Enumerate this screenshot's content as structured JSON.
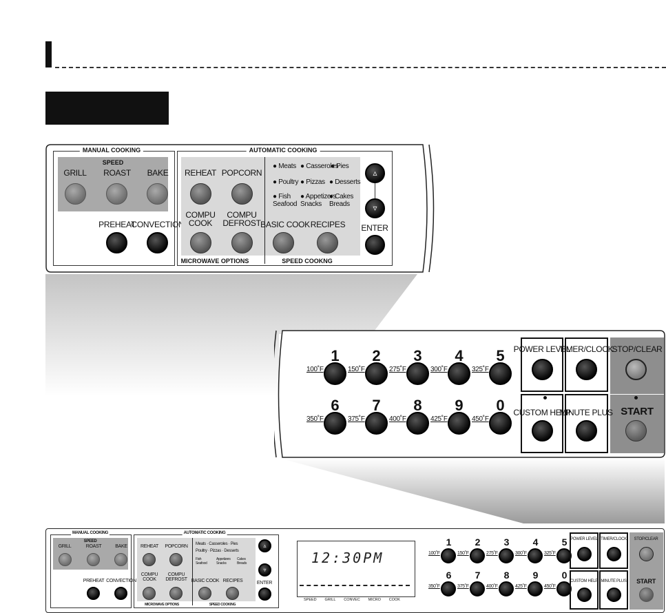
{
  "manual": {
    "title": "MANUAL COOKING",
    "speed": "SPEED",
    "grill": "GRILL",
    "roast": "ROAST",
    "bake": "BAKE",
    "preheat": "PREHEAT",
    "convection": "CONVECTION"
  },
  "auto": {
    "title": "AUTOMATIC COOKING",
    "reheat": "REHEAT",
    "popcorn": "POPCORN",
    "compu_cook": "COMPU\nCOOK",
    "compu_defrost": "COMPU\nDEFROST",
    "microwave_options": "MICROWAVE OPTIONS",
    "speed_cooking": "SPEED COOKNG",
    "basic_cook": "BASIC COOK",
    "recipes": "RECIPES",
    "enter": "ENTER",
    "foods": [
      "Meats",
      "Casseroles",
      "Pies",
      "Poultry",
      "Pizzas",
      "Desserts",
      "Fish\nSeafood",
      "Appetizers\nSnacks",
      "Cakes\nBreads"
    ]
  },
  "keypad": {
    "row1": [
      {
        "num": "1",
        "temp": "100˚F"
      },
      {
        "num": "2",
        "temp": "150˚F"
      },
      {
        "num": "3",
        "temp": "275˚F"
      },
      {
        "num": "4",
        "temp": "300˚F"
      },
      {
        "num": "5",
        "temp": "325˚F"
      }
    ],
    "row2": [
      {
        "num": "6",
        "temp": "350˚F"
      },
      {
        "num": "7",
        "temp": "375˚F"
      },
      {
        "num": "8",
        "temp": "400˚F"
      },
      {
        "num": "9",
        "temp": "425˚F"
      },
      {
        "num": "0",
        "temp": "450˚F"
      }
    ],
    "power_level": "POWER LEVEL",
    "timer_clock": "TIMER/CLOCK",
    "custom_help": "CUSTOM HELP",
    "minute_plus": "MINUTE PLUS",
    "stop_clear": "STOP/CLEAR",
    "start": "START"
  },
  "bottom": {
    "speed_cooking": "SPEED COOKING",
    "display_time": "12:30PM",
    "indicators": [
      "SPEED",
      "GRILL",
      "CONVEC",
      "MICRO",
      "COOK"
    ]
  }
}
